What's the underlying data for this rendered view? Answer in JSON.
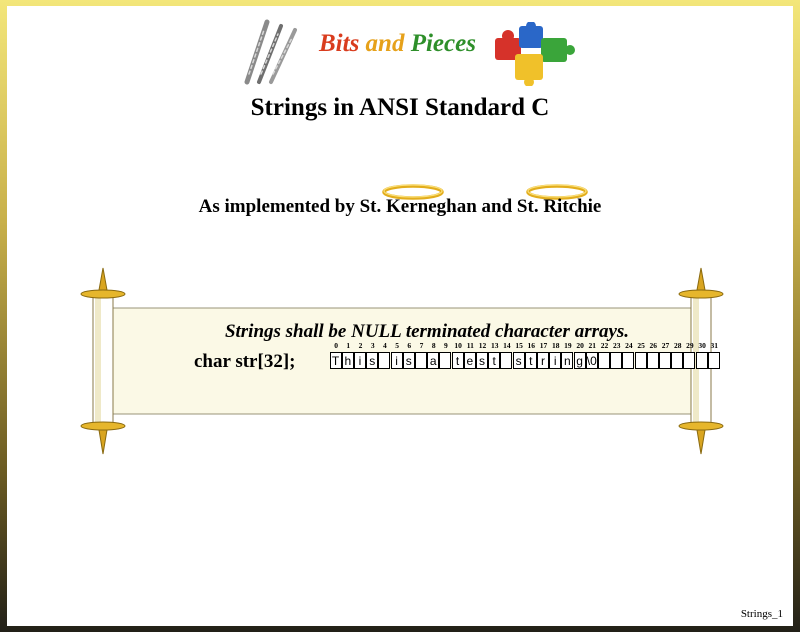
{
  "logo": {
    "words": [
      "Bits",
      "and",
      "Pieces"
    ]
  },
  "title": "Strings in ANSI Standard C",
  "subtitle": "As implemented by St. Kerneghan and St. Ritchie",
  "scroll": {
    "heading": "Strings shall be NULL terminated character arrays.",
    "declaration": "char str[32];",
    "cells": [
      "T",
      "h",
      "i",
      "s",
      "",
      "i",
      "s",
      "",
      "a",
      "",
      "t",
      "e",
      "s",
      "t",
      "",
      "s",
      "t",
      "r",
      "i",
      "n",
      "g",
      "\\0",
      "",
      "",
      "",
      "",
      "",
      "",
      "",
      "",
      "",
      ""
    ],
    "indices": [
      "0",
      "1",
      "2",
      "3",
      "4",
      "5",
      "6",
      "7",
      "8",
      "9",
      "10",
      "11",
      "12",
      "13",
      "14",
      "15",
      "16",
      "17",
      "18",
      "19",
      "20",
      "21",
      "22",
      "23",
      "24",
      "25",
      "26",
      "27",
      "28",
      "29",
      "30",
      "31"
    ]
  },
  "footer": "Strings_1",
  "colors": {
    "bits": "#d93c1e",
    "and": "#e6a11a",
    "pieces": "#2e8f2a",
    "parchment": "#fbf9e6",
    "gold": "#e6b62c"
  },
  "icons": [
    "drill-bits-icon",
    "puzzle-pieces-icon",
    "halo-icon",
    "scroll-icon"
  ]
}
